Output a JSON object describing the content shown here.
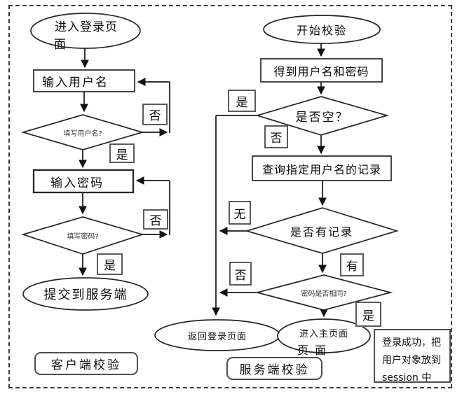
{
  "colors": {
    "background": "#ffffff",
    "line": "#151515",
    "shape_stroke": "#262626",
    "label_border": "#5a5a5a",
    "small_text": "#3a3a3a"
  },
  "client_flow": {
    "enter_login_line1": "进入登录页",
    "enter_login_line2": "面",
    "input_username": "输入用户名",
    "check_username": "填写用户名?",
    "check_username_no": "否",
    "check_username_yes": "是",
    "input_password": "输入密码",
    "check_password": "填写密码?",
    "check_password_no": "否",
    "check_password_yes": "是",
    "submit": "提交到服务端",
    "caption": "客户端校验"
  },
  "server_flow": {
    "start": "开始校验",
    "get_credentials": "得到用户名和密码",
    "check_empty": "是否空？",
    "check_empty_yes": "是",
    "check_empty_no": "否",
    "query_record": "查询指定用户名的记录",
    "check_record": "是否有记录",
    "check_record_none": "无",
    "check_record_has": "有",
    "check_password_same": "密码是否相同?",
    "check_password_same_no": "否",
    "check_password_same_yes": "是",
    "return_login": "返回登录页面",
    "enter_main_line1": "进入主页面",
    "enter_main_line2": "页 面",
    "session_note_line1": "登录成功，把",
    "session_note_line2": "用户对象放到",
    "session_note_line3": "session 中",
    "caption": "服务端校验"
  }
}
